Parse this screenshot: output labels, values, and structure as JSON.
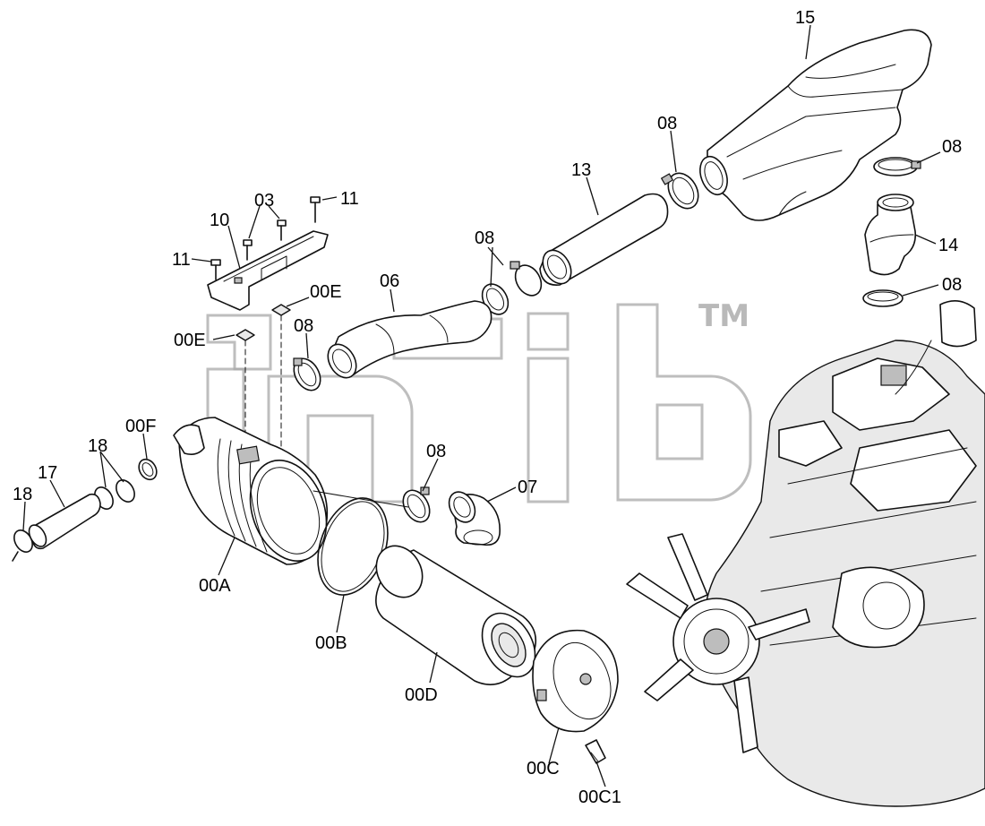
{
  "diagram": {
    "labels": {
      "p15": "15",
      "p08_top": "08",
      "p08_right": "08",
      "p13": "13",
      "p11_top": "11",
      "p03": "03",
      "p10": "10",
      "p11_left": "11",
      "p08_mid": "08",
      "p14": "14",
      "p00E_right": "00E",
      "p06": "06",
      "p08_engine": "08",
      "p08_left": "08",
      "p00E_left": "00E",
      "p00F": "00F",
      "p18_upper": "18",
      "p17": "17",
      "p18_lower": "18",
      "p08_bottom": "08",
      "p07": "07",
      "p00A": "00A",
      "p00B": "00B",
      "p00D": "00D",
      "p00C": "00C",
      "p00C1": "00C1"
    },
    "watermark": {
      "mark": "TM"
    },
    "colors": {
      "line": "#111111",
      "watermark": "#a8a8a8",
      "background": "#ffffff"
    }
  }
}
